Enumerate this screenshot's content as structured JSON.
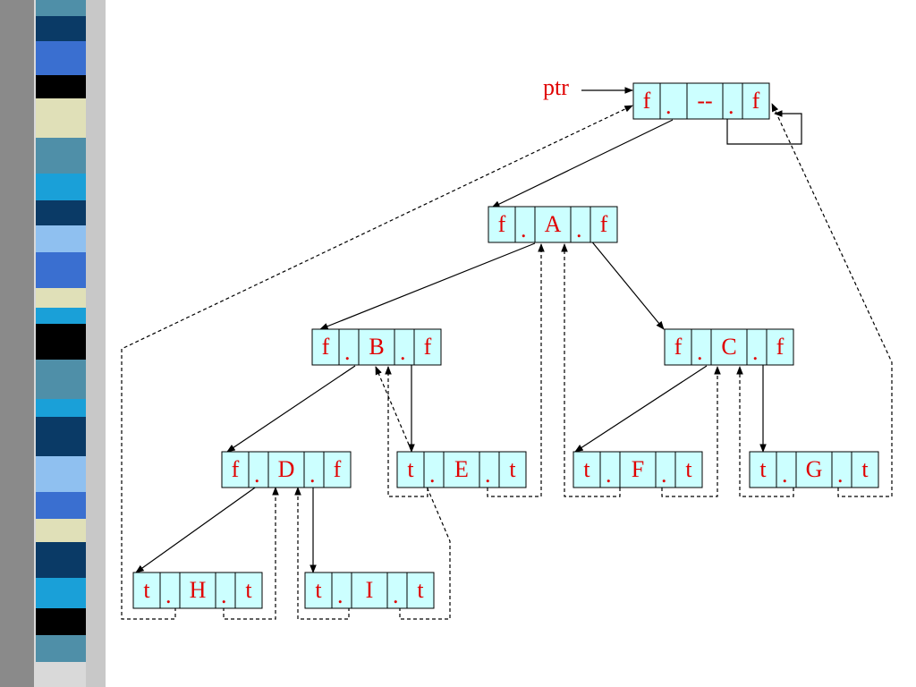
{
  "pointer_label": "ptr",
  "nodes": [
    {
      "id": "head",
      "cells": [
        "f",
        ".",
        "--",
        ".",
        "f"
      ]
    },
    {
      "id": "A",
      "cells": [
        "f",
        ".",
        "A",
        ".",
        "f"
      ]
    },
    {
      "id": "B",
      "cells": [
        "f",
        ".",
        "B",
        ".",
        "f"
      ]
    },
    {
      "id": "C",
      "cells": [
        "f",
        ".",
        "C",
        ".",
        "f"
      ]
    },
    {
      "id": "D",
      "cells": [
        "f",
        ".",
        "D",
        ".",
        "f"
      ]
    },
    {
      "id": "E",
      "cells": [
        "t",
        ".",
        "E",
        ".",
        "t"
      ]
    },
    {
      "id": "F",
      "cells": [
        "t",
        ".",
        "F",
        ".",
        "t"
      ]
    },
    {
      "id": "G",
      "cells": [
        "t",
        ".",
        "G",
        ".",
        "t"
      ]
    },
    {
      "id": "H",
      "cells": [
        "t",
        ".",
        "H",
        ".",
        "t"
      ]
    },
    {
      "id": "I",
      "cells": [
        "t",
        ".",
        "I",
        ".",
        "t"
      ]
    }
  ],
  "edges": [
    {
      "from": "head",
      "to": "A",
      "kind": "child"
    },
    {
      "from": "head",
      "to": "head",
      "kind": "child"
    },
    {
      "from": "A",
      "to": "B",
      "kind": "child"
    },
    {
      "from": "A",
      "to": "C",
      "kind": "child"
    },
    {
      "from": "B",
      "to": "D",
      "kind": "child"
    },
    {
      "from": "B",
      "to": "E",
      "kind": "child"
    },
    {
      "from": "C",
      "to": "F",
      "kind": "child"
    },
    {
      "from": "C",
      "to": "G",
      "kind": "child"
    },
    {
      "from": "D",
      "to": "H",
      "kind": "child"
    },
    {
      "from": "D",
      "to": "I",
      "kind": "child"
    },
    {
      "from": "H",
      "to": "head",
      "kind": "thread"
    },
    {
      "from": "H",
      "to": "D",
      "kind": "thread"
    },
    {
      "from": "I",
      "to": "D",
      "kind": "thread"
    },
    {
      "from": "I",
      "to": "B",
      "kind": "thread"
    },
    {
      "from": "E",
      "to": "B",
      "kind": "thread"
    },
    {
      "from": "E",
      "to": "A",
      "kind": "thread"
    },
    {
      "from": "F",
      "to": "A",
      "kind": "thread"
    },
    {
      "from": "F",
      "to": "C",
      "kind": "thread"
    },
    {
      "from": "G",
      "to": "C",
      "kind": "thread"
    },
    {
      "from": "G",
      "to": "head",
      "kind": "thread"
    }
  ],
  "colors": {
    "cell_fill": "#ccffff",
    "text": "#e00000",
    "lines": "#000000"
  }
}
